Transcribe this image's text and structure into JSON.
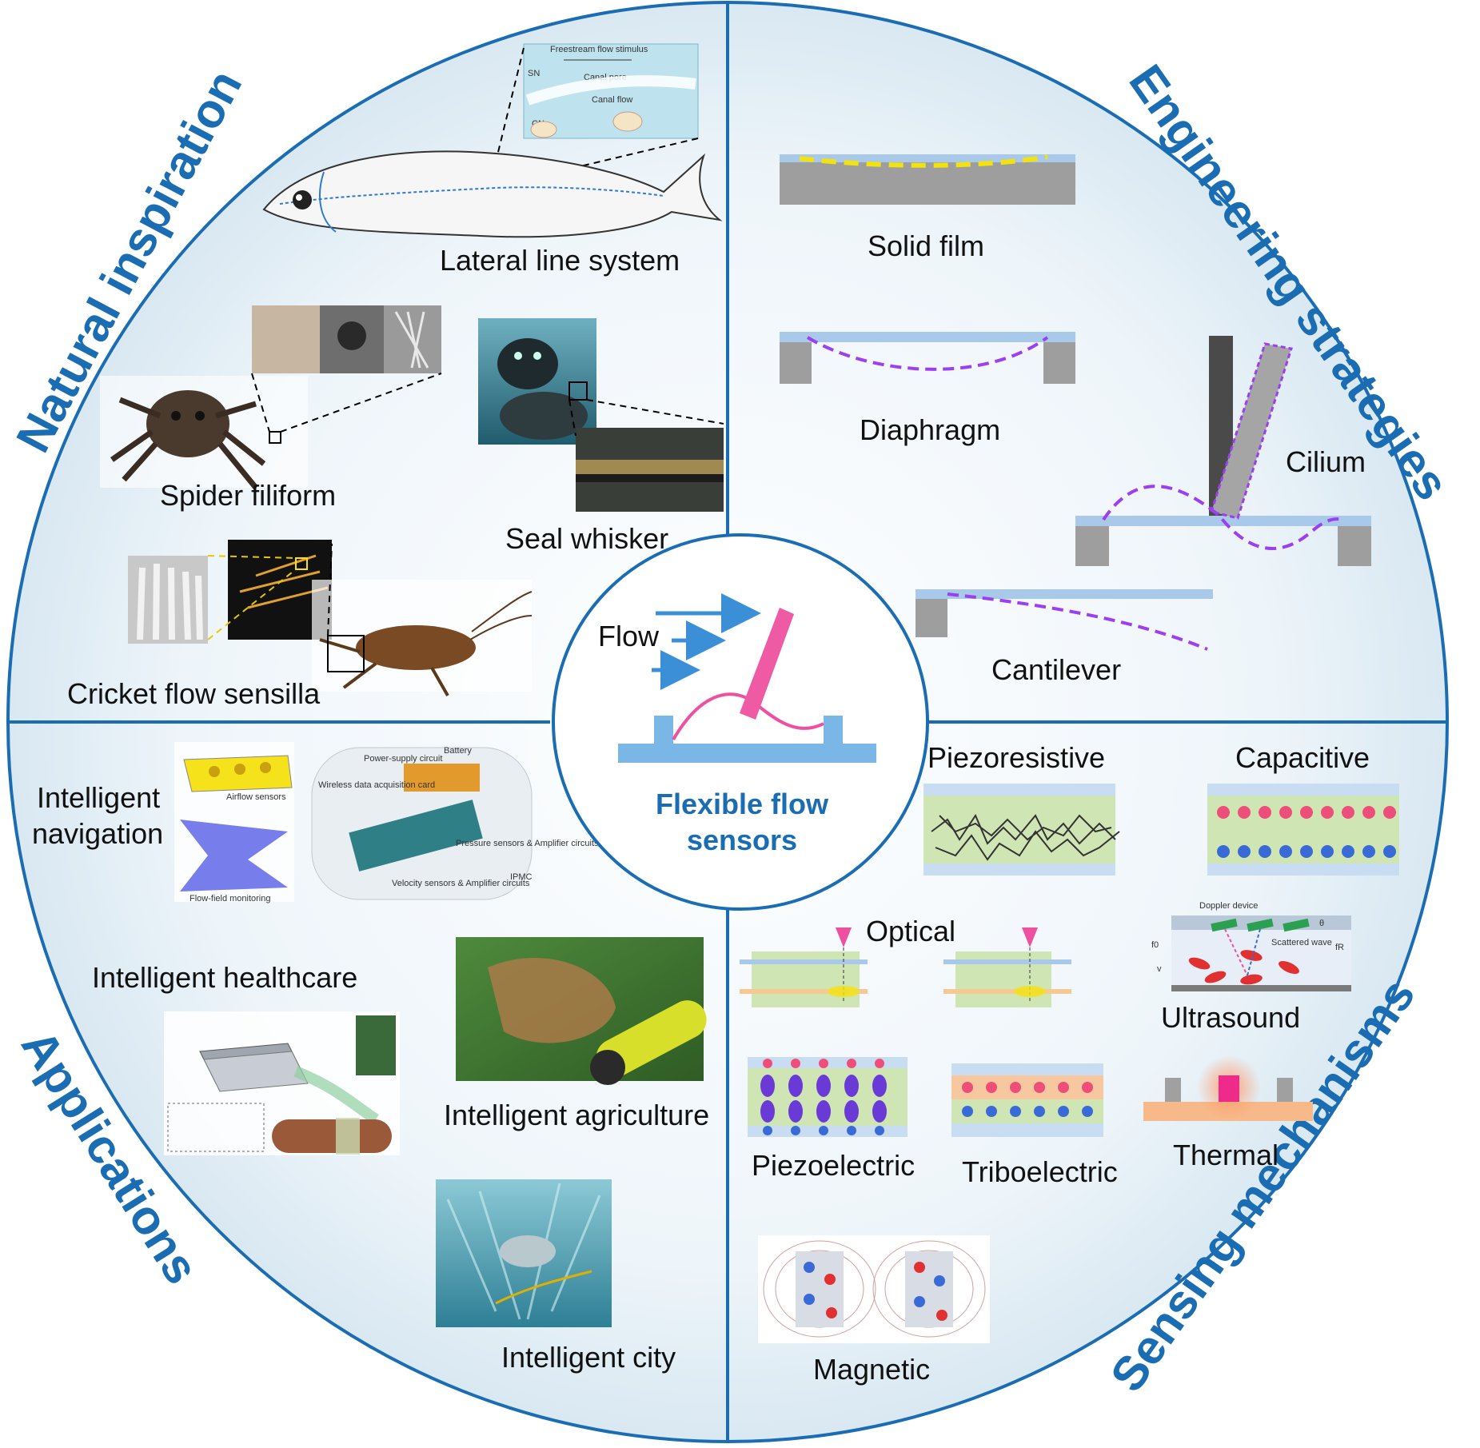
{
  "center": {
    "flow_label": "Flow",
    "title_line1": "Flexible flow",
    "title_line2": "sensors"
  },
  "quadrants": {
    "natural_inspiration": {
      "title": "Natural inspiration",
      "items": {
        "lateral_line": "Lateral line system",
        "spider": "Spider filiform",
        "seal": "Seal whisker",
        "cricket": "Cricket flow sensilla"
      },
      "inset": {
        "freestream": "Freestream flow stimulus",
        "canal_pore": "Canal pore",
        "canal_flow": "Canal flow",
        "sn": "SN",
        "cn": "CN"
      }
    },
    "engineering_strategies": {
      "title": "Engineering strategies",
      "items": {
        "solid_film": "Solid film",
        "diaphragm": "Diaphragm",
        "cilium": "Cilium",
        "cantilever": "Cantilever"
      }
    },
    "applications": {
      "title": "Applications",
      "items": {
        "navigation_line1": "Intelligent",
        "navigation_line2": "navigation",
        "healthcare": "Intelligent healthcare",
        "agriculture": "Intelligent agriculture",
        "city": "Intelligent city"
      },
      "nav_inset": {
        "airflow": "Airflow sensors",
        "flow_field": "Flow-field monitoring",
        "battery": "Battery",
        "power": "Power-supply circuit",
        "wireless": "Wireless data acquisition card",
        "pressure": "Pressure sensors & Amplifier circuits",
        "velocity": "Velocity sensors & Amplifier circuits",
        "ipmc": "IPMC"
      }
    },
    "sensing_mechanisms": {
      "title": "Sensing mechanisms",
      "items": {
        "piezoresistive": "Piezoresistive",
        "capacitive": "Capacitive",
        "optical": "Optical",
        "ultrasound": "Ultrasound",
        "piezoelectric": "Piezoelectric",
        "triboelectric": "Triboelectric",
        "thermal": "Thermal",
        "magnetic": "Magnetic"
      },
      "ultrasound_inset": {
        "doppler": "Doppler device",
        "scattered": "Scattered wave",
        "f0": "f0",
        "fr": "fR",
        "v": "v",
        "theta": "θ"
      }
    }
  },
  "colors": {
    "brand_blue": "#1b6db3",
    "dashed_purple": "#9b3ff0",
    "substrate_gray": "#9e9e9e",
    "film_blue": "#a9c9ea",
    "cilium_pink": "#ee4fa0"
  }
}
